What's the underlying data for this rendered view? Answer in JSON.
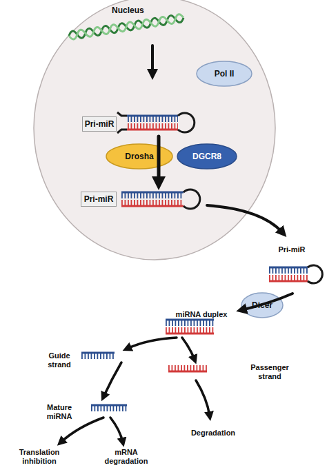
{
  "diagram": {
    "nodes": [
      {
        "text": [
          "Nucleus"
        ]
      },
      {
        "text": [
          "Pol II"
        ],
        "in": 0
      },
      {
        "text": [
          "Pri-miR"
        ],
        "in": 0
      },
      {
        "text": [
          "Drosha"
        ],
        "in": 0
      },
      {
        "text": [
          "DGCR8"
        ],
        "in": 0
      },
      {
        "text": [
          "Pri-miR"
        ],
        "in": 0
      },
      {
        "text": [
          "Dicer"
        ]
      }
    ],
    "labels": [
      "Pri-miR",
      "miRNA duplex",
      "Guide strand",
      "Passenger strand",
      "Mature miRNA",
      "Degradation",
      "Translation inhibition",
      "mRNA degradation"
    ]
  }
}
